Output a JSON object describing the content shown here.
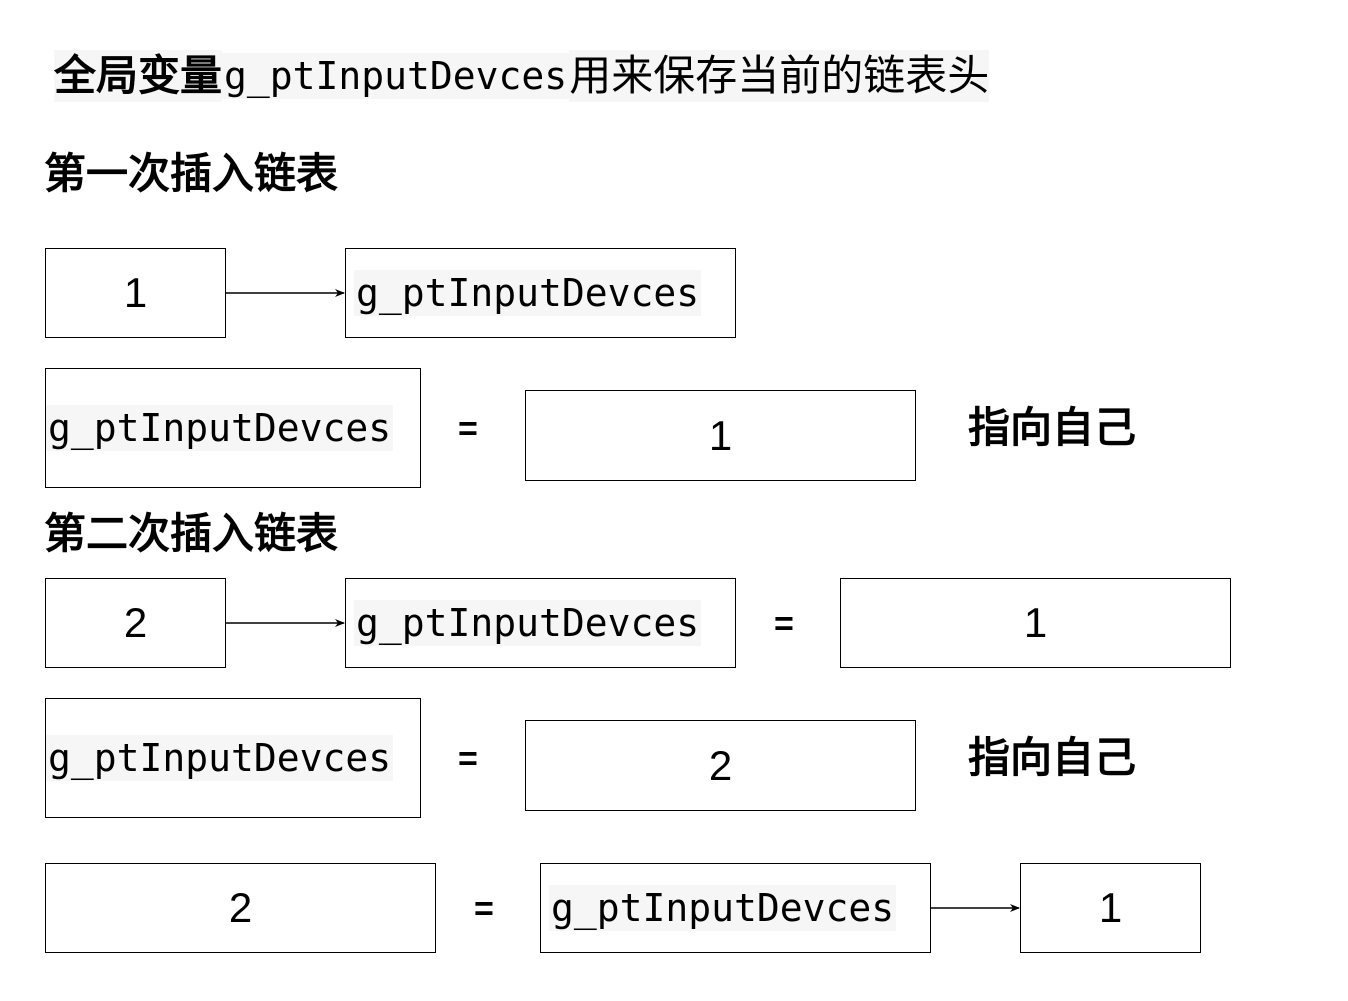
{
  "heading": {
    "part1": "全局变量",
    "part2": "g_ptInputDevces",
    "part3": "用来保存当前的链表头"
  },
  "first_insert": {
    "title": "第一次插入链表",
    "row1": {
      "node": "1",
      "pointer": "g_ptInputDevces"
    },
    "row2": {
      "pointer": "g_ptInputDevces",
      "equals": "=",
      "value": "1",
      "note": "指向自己"
    }
  },
  "second_insert": {
    "title": "第二次插入链表",
    "row1": {
      "node": "2",
      "pointer": "g_ptInputDevces",
      "equals": "=",
      "value": "1"
    },
    "row2": {
      "pointer": "g_ptInputDevces",
      "equals": "=",
      "value": "2",
      "note": "指向自己"
    },
    "row3": {
      "value": "2",
      "equals": "=",
      "pointer": "g_ptInputDevces",
      "next": "1"
    }
  }
}
